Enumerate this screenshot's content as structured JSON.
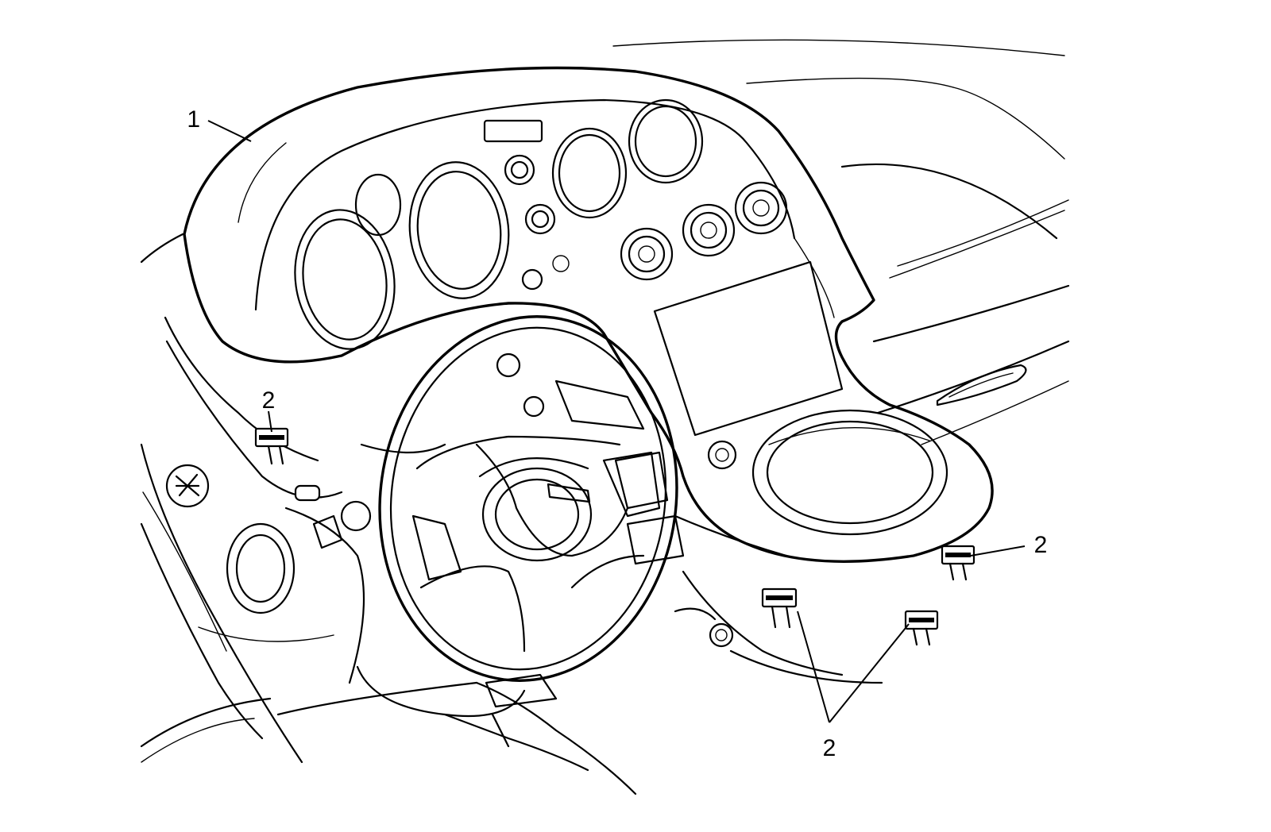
{
  "callouts": {
    "panel": "1",
    "clip_left": "2",
    "clip_right": "2",
    "clip_bottom": "2"
  }
}
